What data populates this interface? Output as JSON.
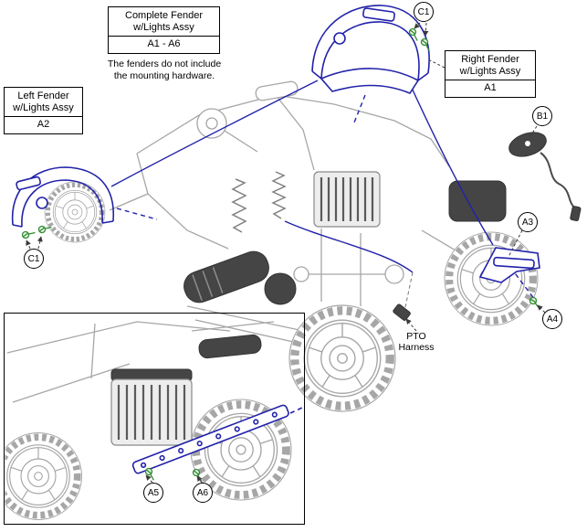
{
  "diagram": {
    "boxes": {
      "complete": {
        "line1": "Complete Fender",
        "line2": "w/Lights Assy",
        "ref": "A1 - A6"
      },
      "right": {
        "line1": "Right Fender",
        "line2": "w/Lights Assy",
        "ref": "A1"
      },
      "left": {
        "line1": "Left Fender",
        "line2": "w/Lights Assy",
        "ref": "A2"
      }
    },
    "note": {
      "line1": "The fenders do not include",
      "line2": "the mounting hardware."
    },
    "pto_label": {
      "line1": "PTO",
      "line2": "Harness"
    },
    "callouts": {
      "c1_top": "C1",
      "b1": "B1",
      "a3": "A3",
      "a4": "A4",
      "c1_left": "C1",
      "a5": "A5",
      "a6": "A6"
    }
  },
  "colors": {
    "fender_blue": "#2222AA",
    "screw_green": "#2E8B2E",
    "line_gray": "#A6A6A6",
    "dark_gray": "#454545",
    "leader_gray": "#3A3A3A",
    "border_black": "#000000",
    "background": "#FFFFFF"
  }
}
